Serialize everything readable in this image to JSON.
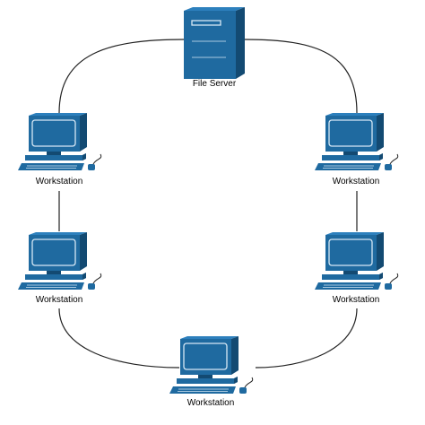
{
  "diagram": {
    "colors": {
      "device_fill": "#1f6aa0",
      "device_dark": "#134a72",
      "device_light": "#2d80bd",
      "screen_outline": "#d7e8f5",
      "cable": "#222222",
      "background": "#ffffff"
    },
    "nodes": [
      {
        "id": "file-server",
        "type": "server",
        "icon": "server-icon",
        "label": "File Server"
      },
      {
        "id": "ws-left-top",
        "type": "workstation",
        "icon": "workstation-icon",
        "label": "Workstation"
      },
      {
        "id": "ws-right-top",
        "type": "workstation",
        "icon": "workstation-icon",
        "label": "Workstation"
      },
      {
        "id": "ws-left-bottom",
        "type": "workstation",
        "icon": "workstation-icon",
        "label": "Workstation"
      },
      {
        "id": "ws-right-bottom",
        "type": "workstation",
        "icon": "workstation-icon",
        "label": "Workstation"
      },
      {
        "id": "ws-bottom",
        "type": "workstation",
        "icon": "workstation-icon",
        "label": "Workstation"
      }
    ],
    "links": [
      [
        "file-server",
        "ws-left-top"
      ],
      [
        "file-server",
        "ws-right-top"
      ],
      [
        "ws-left-top",
        "ws-left-bottom"
      ],
      [
        "ws-right-top",
        "ws-right-bottom"
      ],
      [
        "ws-left-bottom",
        "ws-bottom"
      ],
      [
        "ws-right-bottom",
        "ws-bottom"
      ]
    ]
  }
}
